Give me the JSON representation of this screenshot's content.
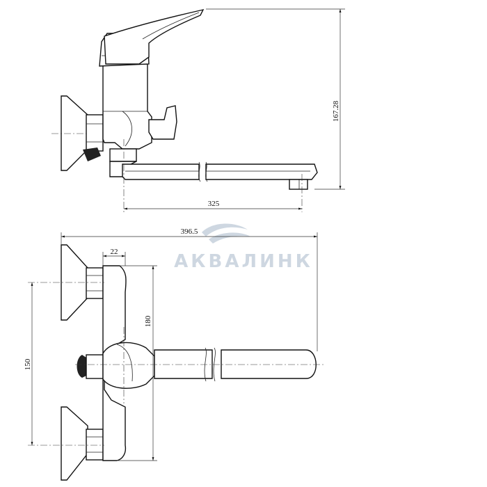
{
  "dimensions": {
    "height_total": "167.28",
    "spout_length": "325",
    "overall_width": "396.5",
    "offset": "22",
    "body_height": "180",
    "inlet_spacing": "150"
  },
  "watermark": {
    "brand": "АКВАЛИНК",
    "color": "#c9d3de"
  }
}
